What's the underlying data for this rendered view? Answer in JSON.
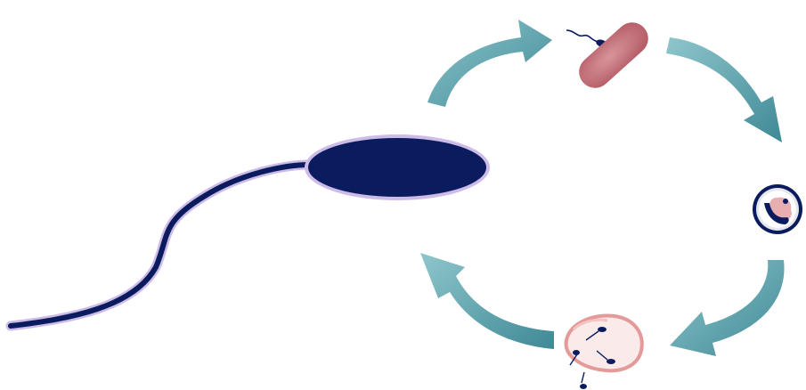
{
  "diagram": {
    "kind": "life-cycle",
    "colors": {
      "background": "#ffffff",
      "vibrio": "#0b1c5e",
      "vibrio_halo": "#cdbbe8",
      "arrow": "#6aaeb8",
      "arrow_dark": "#3f8996",
      "host_bacterium": "#c9737a",
      "bdelloplast_rim": "#e39a98"
    },
    "stages": [
      {
        "id": "attack-phase-bdellovibrio",
        "icon": "flagellated-cell-icon"
      },
      {
        "id": "attachment-to-prey",
        "icon": "rod-bacterium-icon"
      },
      {
        "id": "bdelloplast",
        "icon": "round-cell-icon"
      },
      {
        "id": "progeny-release",
        "icon": "lysed-cell-icon"
      }
    ],
    "arrows": 4
  }
}
